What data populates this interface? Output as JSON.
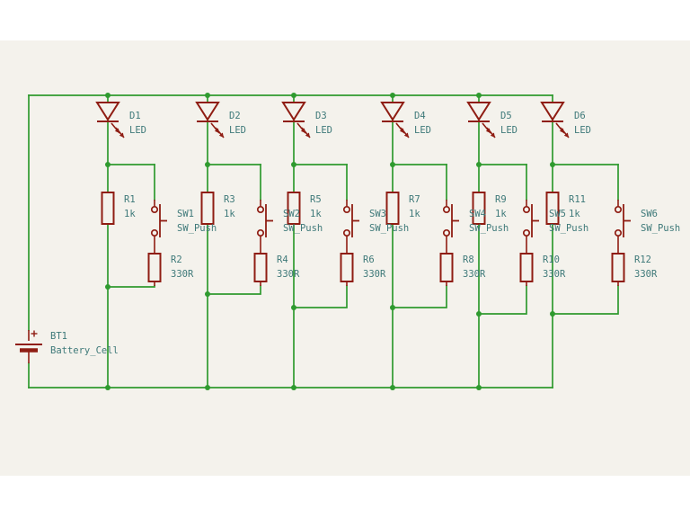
{
  "schematic": {
    "battery": {
      "ref": "BT1",
      "value": "Battery_Cell"
    },
    "branches": [
      {
        "led": {
          "ref": "D1",
          "value": "LED"
        },
        "series_resistor": {
          "ref": "R1",
          "value": "1k"
        },
        "switch": {
          "ref": "SW1",
          "value": "SW_Push"
        },
        "shunt_resistor": {
          "ref": "R2",
          "value": "330R"
        }
      },
      {
        "led": {
          "ref": "D2",
          "value": "LED"
        },
        "series_resistor": {
          "ref": "R3",
          "value": "1k"
        },
        "switch": {
          "ref": "SW2",
          "value": "SW_Push"
        },
        "shunt_resistor": {
          "ref": "R4",
          "value": "330R"
        }
      },
      {
        "led": {
          "ref": "D3",
          "value": "LED"
        },
        "series_resistor": {
          "ref": "R5",
          "value": "1k"
        },
        "switch": {
          "ref": "SW3",
          "value": "SW_Push"
        },
        "shunt_resistor": {
          "ref": "R6",
          "value": "330R"
        }
      },
      {
        "led": {
          "ref": "D4",
          "value": "LED"
        },
        "series_resistor": {
          "ref": "R7",
          "value": "1k"
        },
        "switch": {
          "ref": "SW4",
          "value": "SW_Push"
        },
        "shunt_resistor": {
          "ref": "R8",
          "value": "330R"
        }
      },
      {
        "led": {
          "ref": "D5",
          "value": "LED"
        },
        "series_resistor": {
          "ref": "R9",
          "value": "1k"
        },
        "switch": {
          "ref": "SW5",
          "value": "SW_Push"
        },
        "shunt_resistor": {
          "ref": "R10",
          "value": "330R"
        }
      },
      {
        "led": {
          "ref": "D6",
          "value": "LED"
        },
        "series_resistor": {
          "ref": "R11",
          "value": "1k"
        },
        "switch": {
          "ref": "SW6",
          "value": "SW_Push"
        },
        "shunt_resistor": {
          "ref": "R12",
          "value": "330R"
        }
      }
    ],
    "colors": {
      "canvas_bg": "#f4f2ec",
      "wire": "#2f9a2f",
      "symbol": "#8f1d13",
      "label": "#3e7979"
    }
  }
}
